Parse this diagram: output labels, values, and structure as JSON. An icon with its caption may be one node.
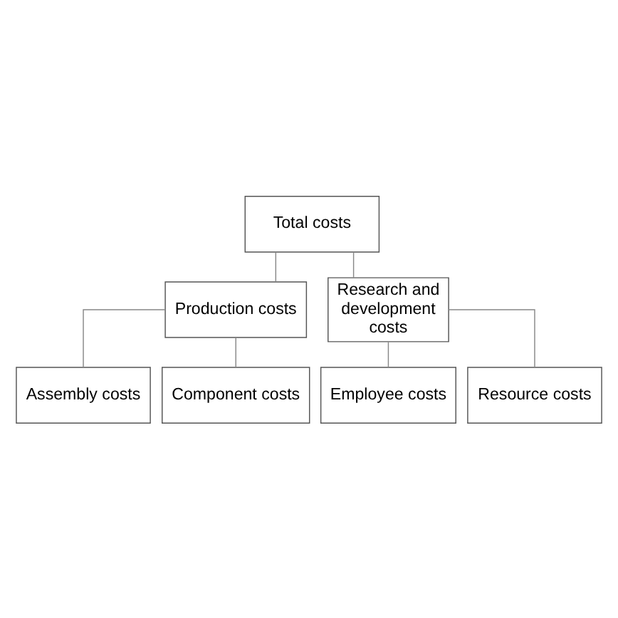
{
  "diagram": {
    "nodes": [
      {
        "text": [
          "Total costs"
        ]
      },
      {
        "text": [
          "Production costs"
        ]
      },
      {
        "text": [
          "Research and development costs"
        ]
      },
      {
        "text": [
          "Assembly costs"
        ]
      },
      {
        "text": [
          "Component costs"
        ]
      },
      {
        "text": [
          "Employee costs"
        ]
      },
      {
        "text": [
          "Resource costs"
        ]
      }
    ],
    "edges": [
      {
        "from": 0,
        "to": 1,
        "arrow": "none"
      },
      {
        "from": 0,
        "to": 2,
        "arrow": "none"
      },
      {
        "from": 1,
        "to": 3,
        "arrow": "none"
      },
      {
        "from": 1,
        "to": 4,
        "arrow": "none"
      },
      {
        "from": 2,
        "to": 5,
        "arrow": "none"
      },
      {
        "from": 2,
        "to": 6,
        "arrow": "none"
      }
    ]
  }
}
